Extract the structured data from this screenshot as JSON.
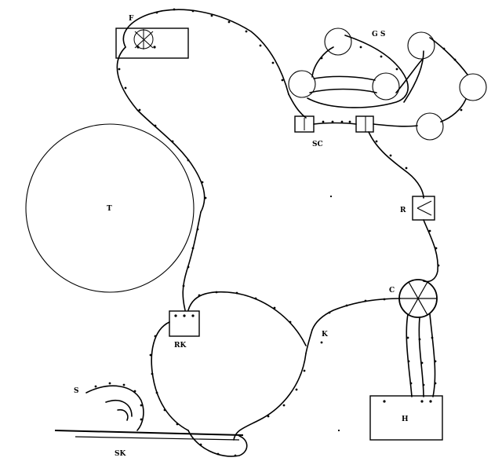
{
  "labels": {
    "F": "F",
    "GS": "G S",
    "SC": "SC",
    "T": "T",
    "R": "R",
    "C": "C",
    "K": "K",
    "RK": "RK",
    "H": "H",
    "S": "S",
    "SK": "SK"
  }
}
